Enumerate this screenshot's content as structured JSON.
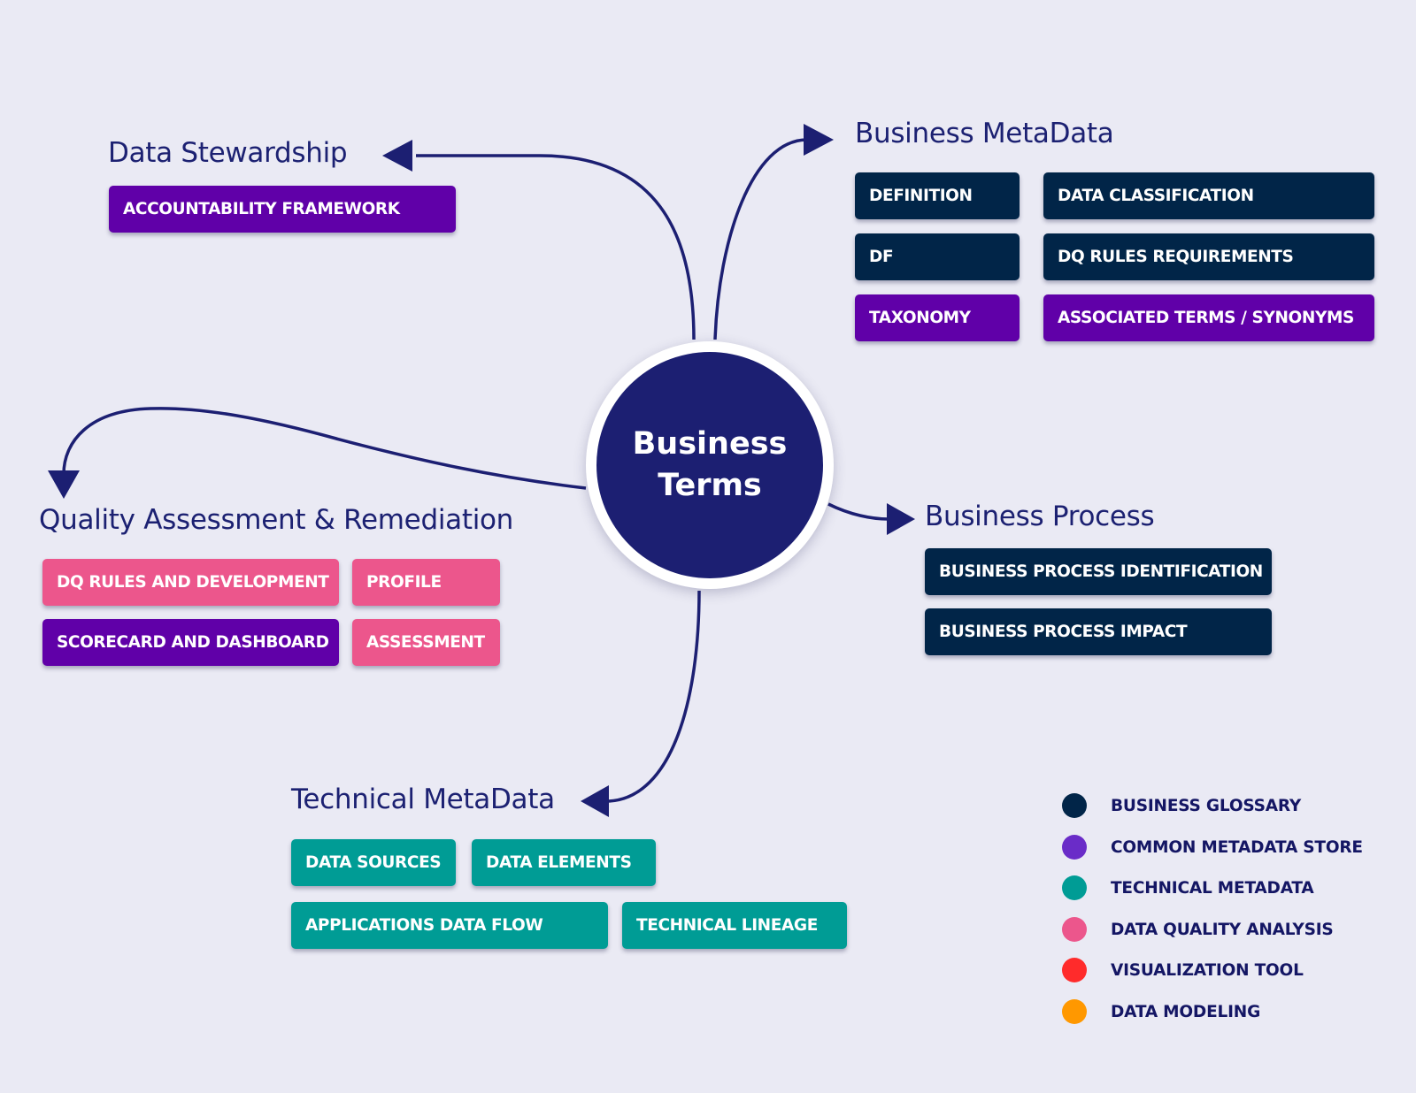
{
  "center": {
    "line1": "Business",
    "line2": "Terms"
  },
  "colors": {
    "business_glossary": "#012548",
    "common_metadata_store": "#6000a8",
    "technical_metadata": "#009c95",
    "data_quality_analysis": "#ec568c",
    "visualization_tool": "#ff2b2b",
    "data_modeling": "#ff9800",
    "heading": "#1c2172",
    "connector": "#1c1f72",
    "background": "#eaeaf4"
  },
  "sections": {
    "data_stewardship": {
      "title": "Data Stewardship",
      "items": [
        {
          "label": "ACCOUNTABILITY FRAMEWORK",
          "category": "common_metadata_store"
        }
      ]
    },
    "business_metadata": {
      "title": "Business MetaData",
      "items": [
        {
          "label": "DEFINITION",
          "category": "business_glossary"
        },
        {
          "label": "DATA CLASSIFICATION",
          "category": "business_glossary"
        },
        {
          "label": "DF",
          "category": "business_glossary"
        },
        {
          "label": "DQ RULES REQUIREMENTS",
          "category": "business_glossary"
        },
        {
          "label": "TAXONOMY",
          "category": "common_metadata_store"
        },
        {
          "label": "ASSOCIATED TERMS / SYNONYMS",
          "category": "common_metadata_store"
        }
      ]
    },
    "quality_assessment": {
      "title": "Quality Assessment & Remediation",
      "items": [
        {
          "label": "DQ RULES AND DEVELOPMENT",
          "category": "data_quality_analysis"
        },
        {
          "label": "PROFILE",
          "category": "data_quality_analysis"
        },
        {
          "label": "SCORECARD AND DASHBOARD",
          "category": "common_metadata_store"
        },
        {
          "label": "ASSESSMENT",
          "category": "data_quality_analysis"
        }
      ]
    },
    "business_process": {
      "title": "Business Process",
      "items": [
        {
          "label": "BUSINESS PROCESS IDENTIFICATION",
          "category": "business_glossary"
        },
        {
          "label": "BUSINESS PROCESS IMPACT",
          "category": "business_glossary"
        }
      ]
    },
    "technical_metadata": {
      "title": "Technical MetaData",
      "items": [
        {
          "label": "DATA SOURCES",
          "category": "technical_metadata"
        },
        {
          "label": "DATA ELEMENTS",
          "category": "technical_metadata"
        },
        {
          "label": "APPLICATIONS DATA FLOW",
          "category": "technical_metadata"
        },
        {
          "label": "TECHNICAL LINEAGE",
          "category": "technical_metadata"
        }
      ]
    }
  },
  "legend": [
    {
      "label": "BUSINESS GLOSSARY",
      "color": "#012548"
    },
    {
      "label": "COMMON METADATA STORE",
      "color": "#6a2cc8"
    },
    {
      "label": "TECHNICAL METADATA",
      "color": "#009c95"
    },
    {
      "label": "DATA QUALITY ANALYSIS",
      "color": "#ec568c"
    },
    {
      "label": "VISUALIZATION TOOL",
      "color": "#ff2b2b"
    },
    {
      "label": "DATA MODELING",
      "color": "#ff9800"
    }
  ]
}
